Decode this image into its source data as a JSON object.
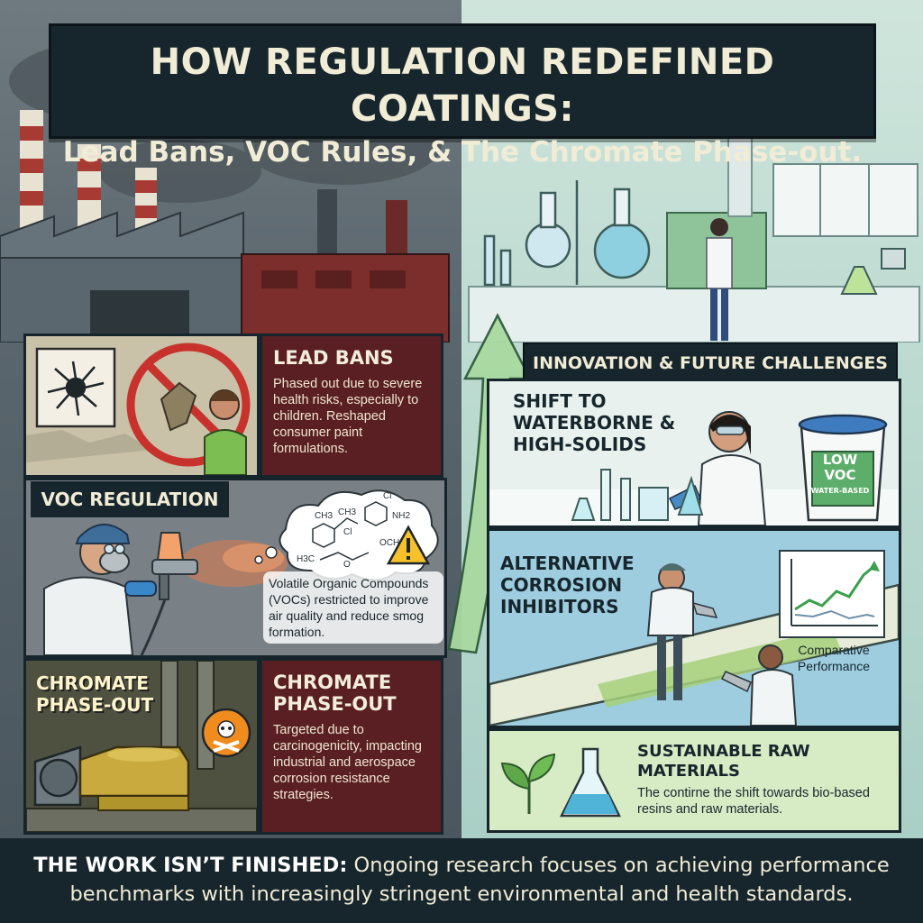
{
  "header": {
    "title_line1": "HOW REGULATION REDEFINED COATINGS:",
    "title_line2": "Lead Bans, VOC Rules, & The Chromate Phase-out."
  },
  "lead": {
    "heading": "LEAD BANS",
    "body": "Phased out due to severe health risks, especially to children. Reshaped consumer paint formulations."
  },
  "voc": {
    "label": "VOC REGULATION",
    "body": "Volatile Organic Compounds (VOCs) restricted to improve air quality and reduce smog formation.",
    "molecule_labels": [
      "CH3",
      "Cl",
      "CH3",
      "Cl",
      "NH2",
      "OCH3",
      "H3C",
      "O"
    ]
  },
  "chromate": {
    "label": "CHROMATE PHASE-OUT",
    "heading": "CHROMATE PHASE-OUT",
    "body": "Targeted due to carcinogenicity, impacting industrial and aerospace corrosion resistance strategies."
  },
  "innovation": {
    "label": "INNOVATION & FUTURE CHALLENGES",
    "waterborne": {
      "heading": "SHIFT TO WATERBORNE & HIGH-SOLIDS",
      "bucket_line1": "LOW VOC",
      "bucket_line2": "WATER-BASED"
    },
    "corrosion": {
      "heading": "ALTERNATIVE CORROSION INHIBITORS",
      "chart_caption": "Comparative Performance"
    },
    "sustainable": {
      "heading": "SUSTAINABLE RAW MATERIALS",
      "body": "The contirne the shift towards bio-based resins and raw materials."
    }
  },
  "footer": {
    "lead": "THE WORK ISN’T FINISHED:",
    "line1_rest": " Ongoing research focuses on achieving performance",
    "line2": "benchmarks with increasingly stringent environmental and health standards."
  },
  "colors": {
    "dark_navy": "#17262c",
    "maroon": "#5a1f22",
    "cream": "#f1ecd6",
    "arrow_green": "#9fd29a",
    "hazard_orange": "#f08c1e"
  }
}
